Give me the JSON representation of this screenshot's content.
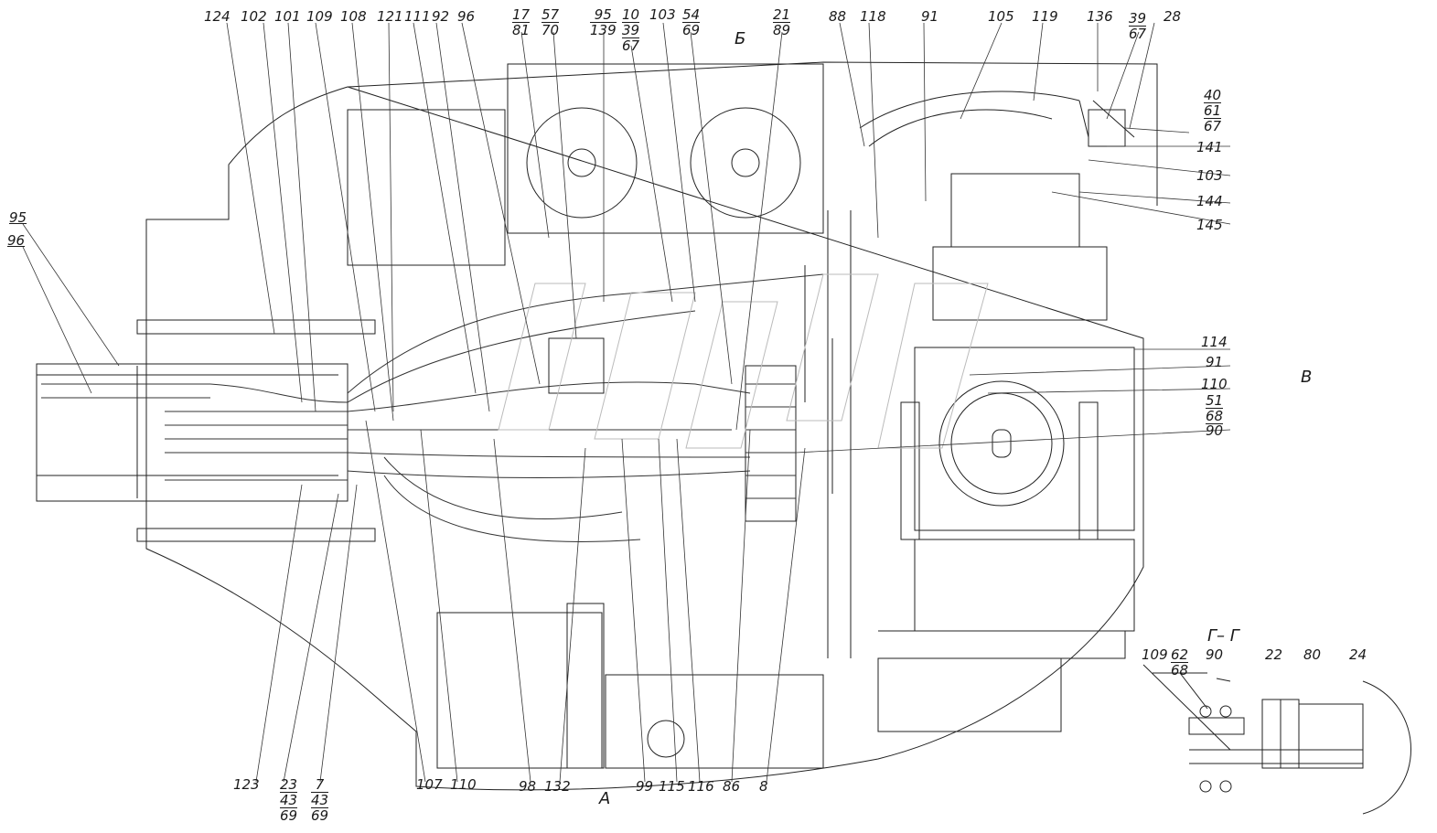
{
  "view_labels": {
    "view_b": "Б",
    "view_a": "А",
    "view_v": "В",
    "section": "Г– Г"
  },
  "top_labels": [
    "124",
    "102",
    "101",
    "109",
    "108",
    "121",
    "111",
    "92",
    "96",
    "88",
    "118",
    "91",
    "105",
    "119",
    "136",
    "28"
  ],
  "top_stacks": [
    [
      "17",
      "81"
    ],
    [
      "57",
      "70"
    ],
    [
      "95",
      "139"
    ],
    [
      "10",
      "39",
      "67"
    ],
    [
      "103"
    ],
    [
      "54",
      "69"
    ],
    [
      "21",
      "89"
    ],
    [
      "39",
      "67"
    ]
  ],
  "right_labels": [
    "141",
    "103",
    "144",
    "145",
    "114",
    "91",
    "110",
    "90"
  ],
  "right_stacks": [
    [
      "40",
      "61",
      "67"
    ],
    [
      "51",
      "68"
    ]
  ],
  "left_labels": [
    "95",
    "96"
  ],
  "bottom_labels": [
    "123",
    "107",
    "110",
    "98",
    "132",
    "99",
    "115",
    "116",
    "86",
    "8"
  ],
  "bottom_stacks": [
    [
      "23",
      "43",
      "69"
    ],
    [
      "7",
      "43",
      "69"
    ]
  ],
  "section_labels": [
    "90",
    "22",
    "80",
    "24"
  ],
  "section_stacks": [
    [
      "109"
    ],
    [
      "62",
      "68"
    ]
  ]
}
